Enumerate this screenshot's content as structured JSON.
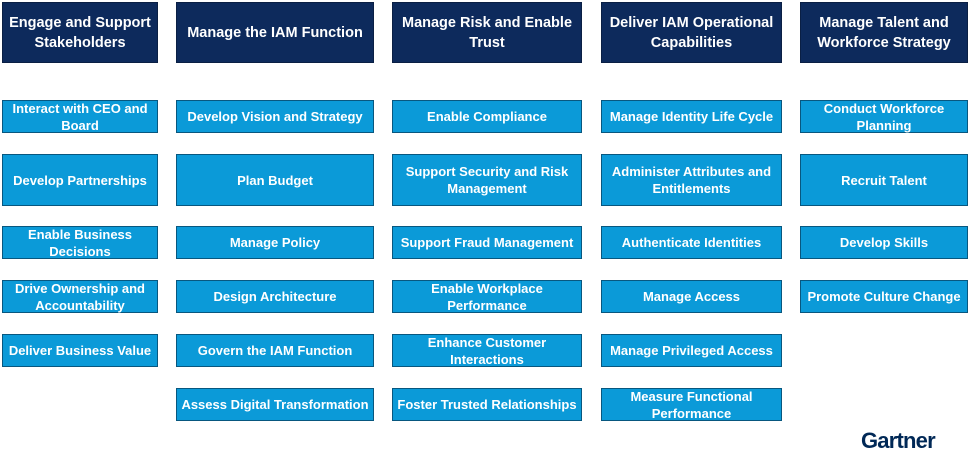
{
  "columns": [
    {
      "header": "Engage and Support Stakeholders",
      "items": [
        "Interact with CEO and Board",
        "Develop Partnerships",
        "Enable Business Decisions",
        "Drive Ownership and Accountability",
        "Deliver Business Value"
      ]
    },
    {
      "header": "Manage the IAM Function",
      "items": [
        "Develop Vision and Strategy",
        "Plan Budget",
        "Manage Policy",
        "Design Architecture",
        "Govern the IAM Function",
        "Assess Digital Transformation"
      ]
    },
    {
      "header": "Manage Risk and Enable Trust",
      "items": [
        "Enable Compliance",
        "Support Security and Risk Management",
        "Support Fraud Management",
        "Enable Workplace Performance",
        "Enhance Customer Interactions",
        "Foster Trusted Relationships"
      ]
    },
    {
      "header": "Deliver IAM Operational Capabilities",
      "items": [
        "Manage Identity Life Cycle",
        "Administer Attributes and Entitlements",
        "Authenticate Identities",
        "Manage Access",
        "Manage Privileged Access",
        "Measure Functional Performance"
      ]
    },
    {
      "header": "Manage Talent and Workforce Strategy",
      "items": [
        "Conduct Workforce Planning",
        "Recruit Talent",
        "Develop Skills",
        "Promote Culture Change"
      ]
    }
  ],
  "colors": {
    "header_bg": "#0d2a5c",
    "item_bg": "#0b9ad8",
    "logo": "#002856"
  },
  "logo_text": "Gartner"
}
